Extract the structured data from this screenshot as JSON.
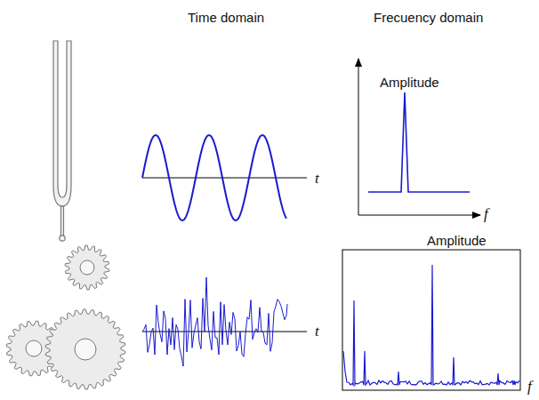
{
  "diagram": {
    "labels": [
      "Time domain",
      "Frecuency domain",
      "Amplitude",
      "t",
      "f",
      "Amplitude",
      "t",
      "f"
    ]
  }
}
